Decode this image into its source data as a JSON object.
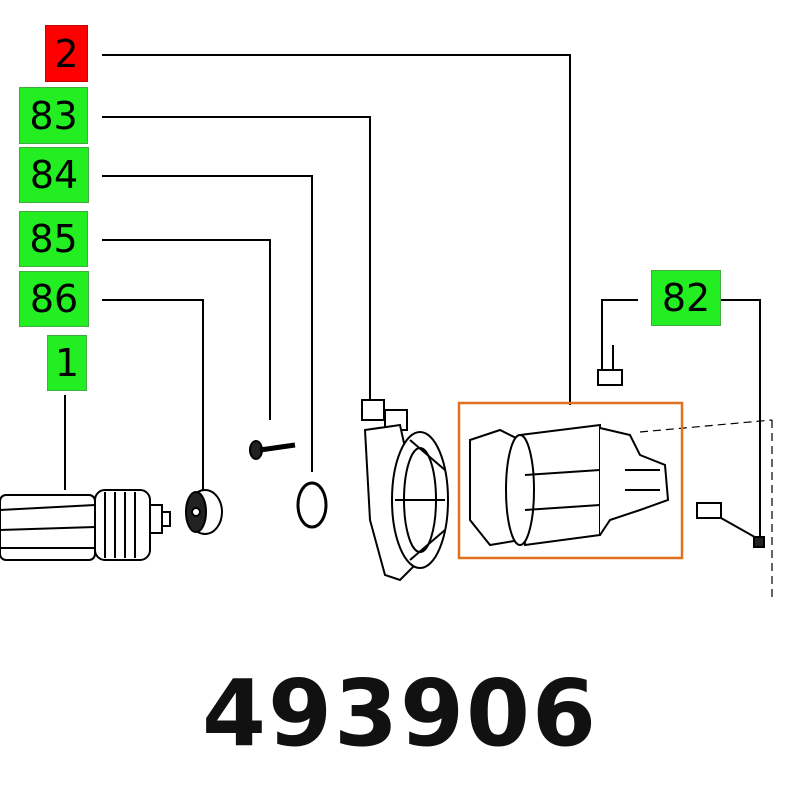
{
  "labels": {
    "item_2": "2",
    "item_83": "83",
    "item_84": "84",
    "item_85": "85",
    "item_86": "86",
    "item_1": "1",
    "item_82": "82"
  },
  "part_number": "493906",
  "colors": {
    "green": "#22ee22",
    "red": "#ff0000",
    "highlight": "#e07020"
  }
}
